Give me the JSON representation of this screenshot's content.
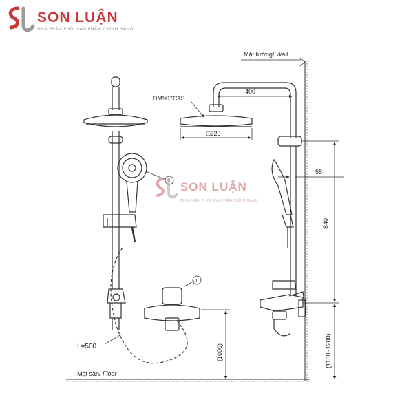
{
  "brand": {
    "name": "SON LUẬN",
    "tagline": "NHÀ PHÂN PHỐI SẢN PHẨM CHÍNH HÃNG",
    "color": "#c8373a"
  },
  "watermark": {
    "name": "SON LUẬN",
    "tagline": "NHÀ PHÂN PHỐI SẢN PHẨM CHÍNH HÃNG"
  },
  "labels": {
    "wall_label": "Mặt tường/",
    "wall_label_en": "Wall",
    "floor_label": "Mặt sàn/",
    "floor_label_en": "Floor",
    "model": "DM907C1S",
    "hose_length": "L=500",
    "part_1": "1",
    "part_2": "2"
  },
  "dimensions": {
    "arm_length": "400",
    "head_size": "□220",
    "offset": "55",
    "height_840": "840",
    "height_1000": "(1000)",
    "height_range": "(1100~1200)"
  }
}
